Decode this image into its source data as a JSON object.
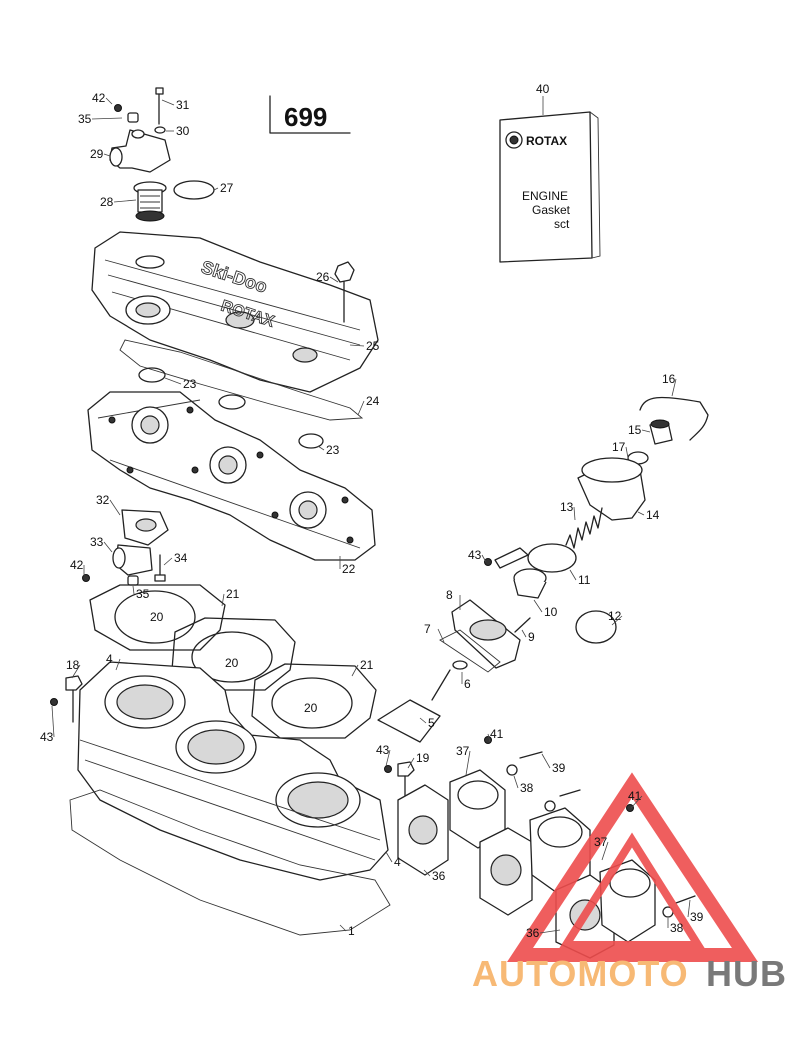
{
  "page_number": "699",
  "kit": {
    "callout": "40",
    "brand": "ROTAX",
    "line1": "ENGINE",
    "line2": "Gasket",
    "line3": "sct"
  },
  "callouts": [
    {
      "id": "c42a",
      "text": "42"
    },
    {
      "id": "c35a",
      "text": "35"
    },
    {
      "id": "c31",
      "text": "31"
    },
    {
      "id": "c30",
      "text": "30"
    },
    {
      "id": "c29",
      "text": "29"
    },
    {
      "id": "c27",
      "text": "27"
    },
    {
      "id": "c28",
      "text": "28"
    },
    {
      "id": "c26",
      "text": "26"
    },
    {
      "id": "c25",
      "text": "25"
    },
    {
      "id": "c23a",
      "text": "23"
    },
    {
      "id": "c24",
      "text": "24"
    },
    {
      "id": "c23b",
      "text": "23"
    },
    {
      "id": "c16",
      "text": "16"
    },
    {
      "id": "c15",
      "text": "15"
    },
    {
      "id": "c17",
      "text": "17"
    },
    {
      "id": "c13",
      "text": "13"
    },
    {
      "id": "c14",
      "text": "14"
    },
    {
      "id": "c32",
      "text": "32"
    },
    {
      "id": "c33",
      "text": "33"
    },
    {
      "id": "c34",
      "text": "34"
    },
    {
      "id": "c42b",
      "text": "42"
    },
    {
      "id": "c35b",
      "text": "35"
    },
    {
      "id": "c22",
      "text": "22"
    },
    {
      "id": "c43a",
      "text": "43"
    },
    {
      "id": "c11",
      "text": "11"
    },
    {
      "id": "c10",
      "text": "10"
    },
    {
      "id": "c12",
      "text": "12"
    },
    {
      "id": "c8",
      "text": "8"
    },
    {
      "id": "c7",
      "text": "7"
    },
    {
      "id": "c9",
      "text": "9"
    },
    {
      "id": "c6",
      "text": "6"
    },
    {
      "id": "c5",
      "text": "5"
    },
    {
      "id": "c21a",
      "text": "21"
    },
    {
      "id": "c20a",
      "text": "20"
    },
    {
      "id": "c20b",
      "text": "20"
    },
    {
      "id": "c21b",
      "text": "21"
    },
    {
      "id": "c20c",
      "text": "20"
    },
    {
      "id": "c18",
      "text": "18"
    },
    {
      "id": "c4a",
      "text": "4"
    },
    {
      "id": "c43b",
      "text": "43"
    },
    {
      "id": "c41a",
      "text": "41"
    },
    {
      "id": "c43c",
      "text": "43"
    },
    {
      "id": "c19",
      "text": "19"
    },
    {
      "id": "c37a",
      "text": "37"
    },
    {
      "id": "c39a",
      "text": "39"
    },
    {
      "id": "c38a",
      "text": "38"
    },
    {
      "id": "c41b",
      "text": "41"
    },
    {
      "id": "c37b",
      "text": "37"
    },
    {
      "id": "c4b",
      "text": "4"
    },
    {
      "id": "c36a",
      "text": "36"
    },
    {
      "id": "c39b",
      "text": "39"
    },
    {
      "id": "c38b",
      "text": "38"
    },
    {
      "id": "c36b",
      "text": "36"
    },
    {
      "id": "c1",
      "text": "1"
    }
  ],
  "watermark": {
    "part1": "AUTOMOTO",
    "part2": "HUB",
    "color1": "#f7b267",
    "color2": "#6b6b6b",
    "triangle_color": "#ee4d4d"
  }
}
